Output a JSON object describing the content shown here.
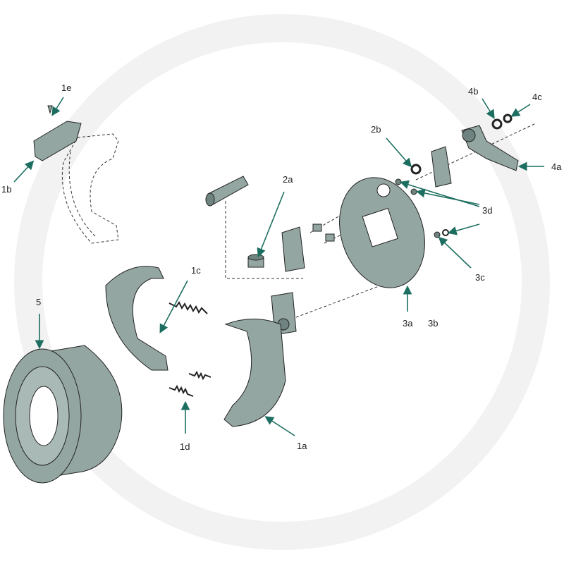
{
  "colors": {
    "part": "#93a6a2",
    "part_dark": "#6f8480",
    "arrow": "#1c6e60",
    "outline": "#222222"
  },
  "labels": {
    "l1a": "1a",
    "l1b": "1b",
    "l1c": "1c",
    "l1d": "1d",
    "l1e": "1e",
    "l2a": "2a",
    "l2b": "2b",
    "l3a": "3a",
    "l3b": "3b",
    "l3c": "3c",
    "l3d": "3d",
    "l4a": "4a",
    "l4b": "4b",
    "l4c": "4c",
    "l5": "5"
  }
}
